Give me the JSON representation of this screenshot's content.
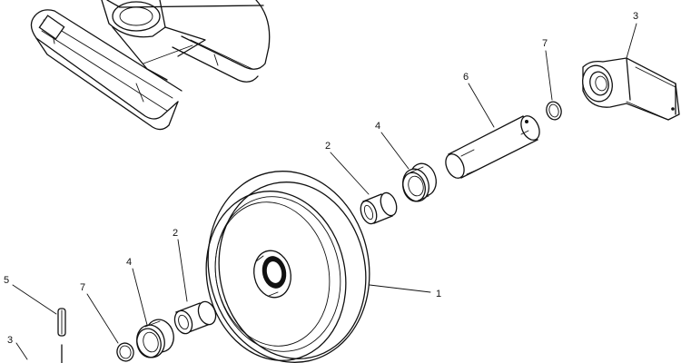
{
  "figure": {
    "callouts": {
      "c1": "1",
      "c2_upper": "2",
      "c2_lower": "2",
      "c3_right": "3",
      "c3_left": "3",
      "c4_upper": "4",
      "c4_lower": "4",
      "c5": "5",
      "c6": "6",
      "c7_upper": "7",
      "c7_lower": "7"
    }
  }
}
